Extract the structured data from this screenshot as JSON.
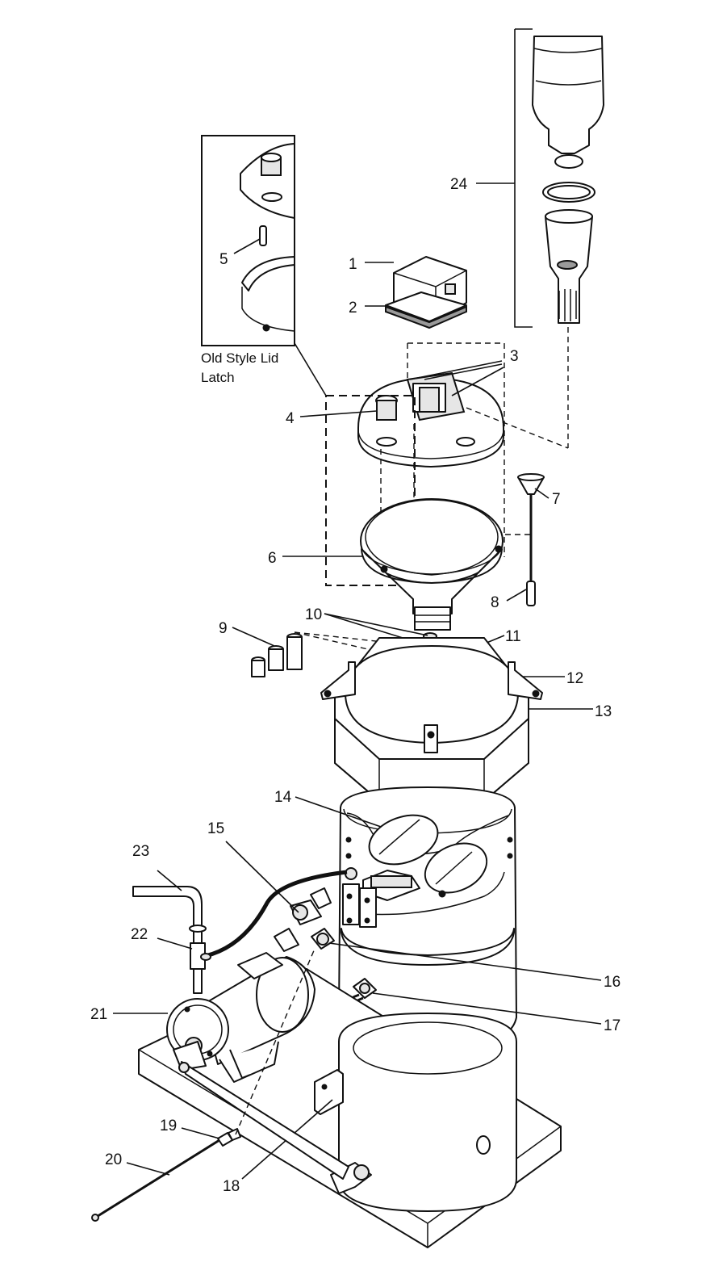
{
  "inset": {
    "caption_line1": "Old Style Lid",
    "caption_line2": "Latch"
  },
  "callouts": [
    "1",
    "2",
    "3",
    "4",
    "5",
    "6",
    "7",
    "8",
    "9",
    "10",
    "11",
    "12",
    "13",
    "14",
    "15",
    "16",
    "17",
    "18",
    "19",
    "20",
    "21",
    "22",
    "23",
    "24"
  ]
}
